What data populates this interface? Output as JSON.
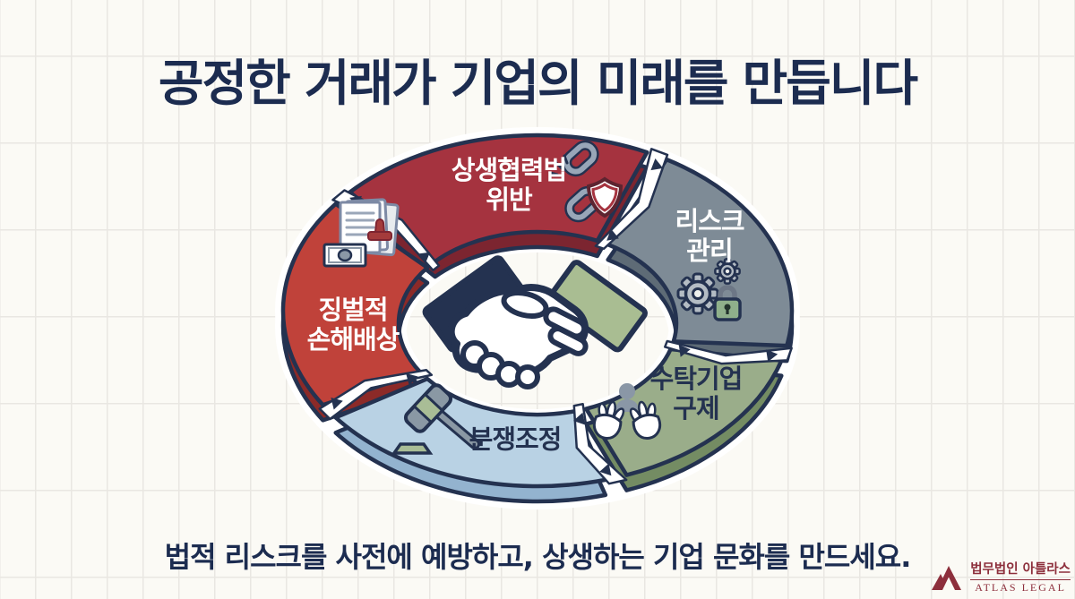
{
  "page": {
    "title": "공정한 거래가 기업의 미래를 만듭니다",
    "tagline": "법적 리스크를 사전에 예방하고, 상생하는 기업 문화를 만드세요.",
    "background_color": "#fbfaf5",
    "text_color": "#1c2c50"
  },
  "diagram": {
    "type": "cycle-5-segments",
    "outline_color": "#243250",
    "center_icon": "handshake-icon",
    "segments": [
      {
        "id": "win-win-law-violation",
        "line1": "상생협력법",
        "line2": "위반",
        "icon": "broken-chain-shield-icon",
        "color": "#a5333f",
        "depth_color": "#7c2530",
        "text_color": "#ffffff",
        "start": 310,
        "end": 388
      },
      {
        "id": "risk-management",
        "line1": "리스크",
        "line2": "관리",
        "icon": "gears-lock-icon",
        "color": "#7e8b96",
        "depth_color": "#5e6b76",
        "text_color": "#ffffff",
        "start": 28,
        "end": 104
      },
      {
        "id": "trustee-company-relief",
        "line1": "수탁기업",
        "line2": "구제",
        "icon": "hands-person-icon",
        "color": "#9aad8a",
        "depth_color": "#748c63",
        "text_color": "#243250",
        "start": 104,
        "end": 162
      },
      {
        "id": "dispute-mediation",
        "line1": "분쟁조정",
        "line2": "",
        "icon": "gavel-icon",
        "color": "#b9d2e4",
        "depth_color": "#93b3cf",
        "text_color": "#243250",
        "start": 162,
        "end": 235
      },
      {
        "id": "punitive-damages",
        "line1": "징벌적",
        "line2": "손해배상",
        "icon": "documents-stamp-money-icon",
        "color": "#c0423a",
        "depth_color": "#8c2a28",
        "text_color": "#ffffff",
        "start": 235,
        "end": 310
      }
    ],
    "boundaries": [
      310,
      28,
      104,
      162,
      235
    ]
  },
  "logo": {
    "ko": "법무법인 아틀라스",
    "en": "ATLAS LEGAL",
    "color": "#8d2f3c"
  }
}
